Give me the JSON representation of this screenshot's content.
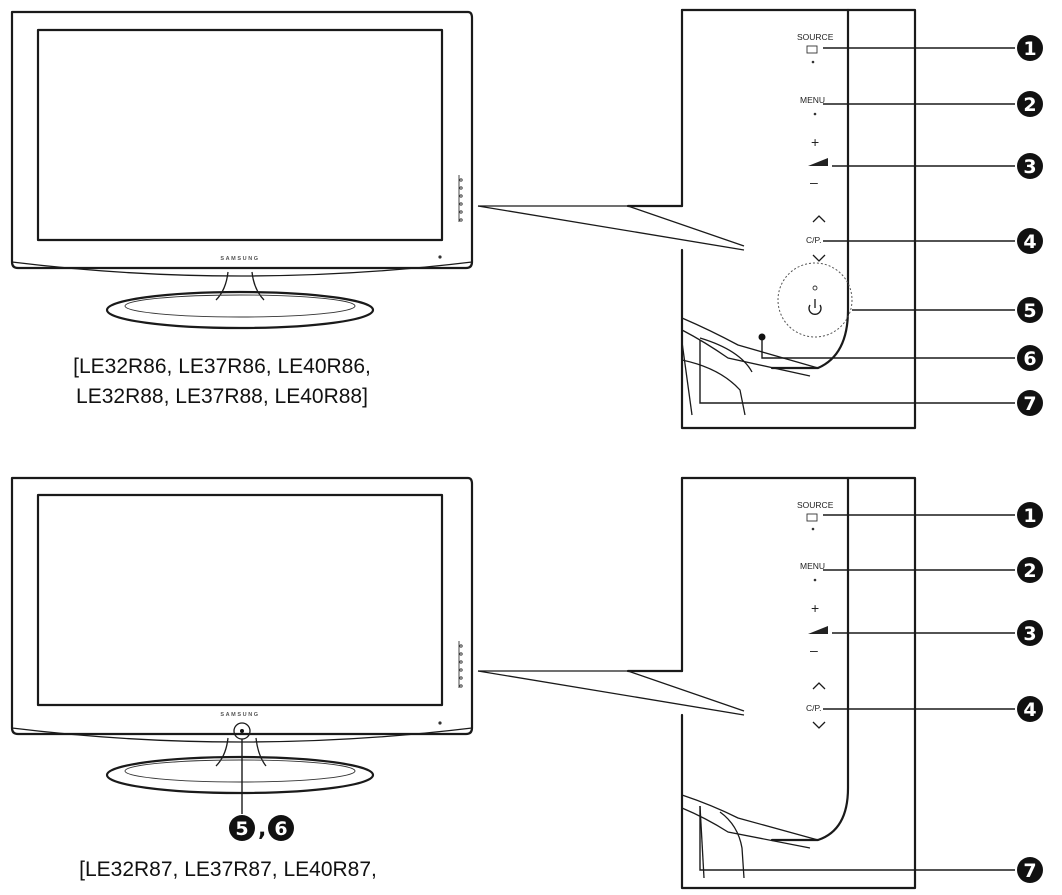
{
  "top": {
    "caption_line1": "[LE32R86, LE37R86, LE40R86,",
    "caption_line2": "LE32R88, LE37R88, LE40R88]",
    "brand": "SAMSUNG"
  },
  "bottom": {
    "caption_line1": "[LE32R87, LE37R87, LE40R87,",
    "callout_separator": ",",
    "brand": "SAMSUNG"
  },
  "panel_labels": {
    "source": "SOURCE",
    "menu": "MENU",
    "plus": "+",
    "minus": "–",
    "channel": "C/P.",
    "up": "^",
    "down": "v",
    "power": "⏻"
  },
  "badges": [
    "1",
    "2",
    "3",
    "4",
    "5",
    "6",
    "7"
  ]
}
